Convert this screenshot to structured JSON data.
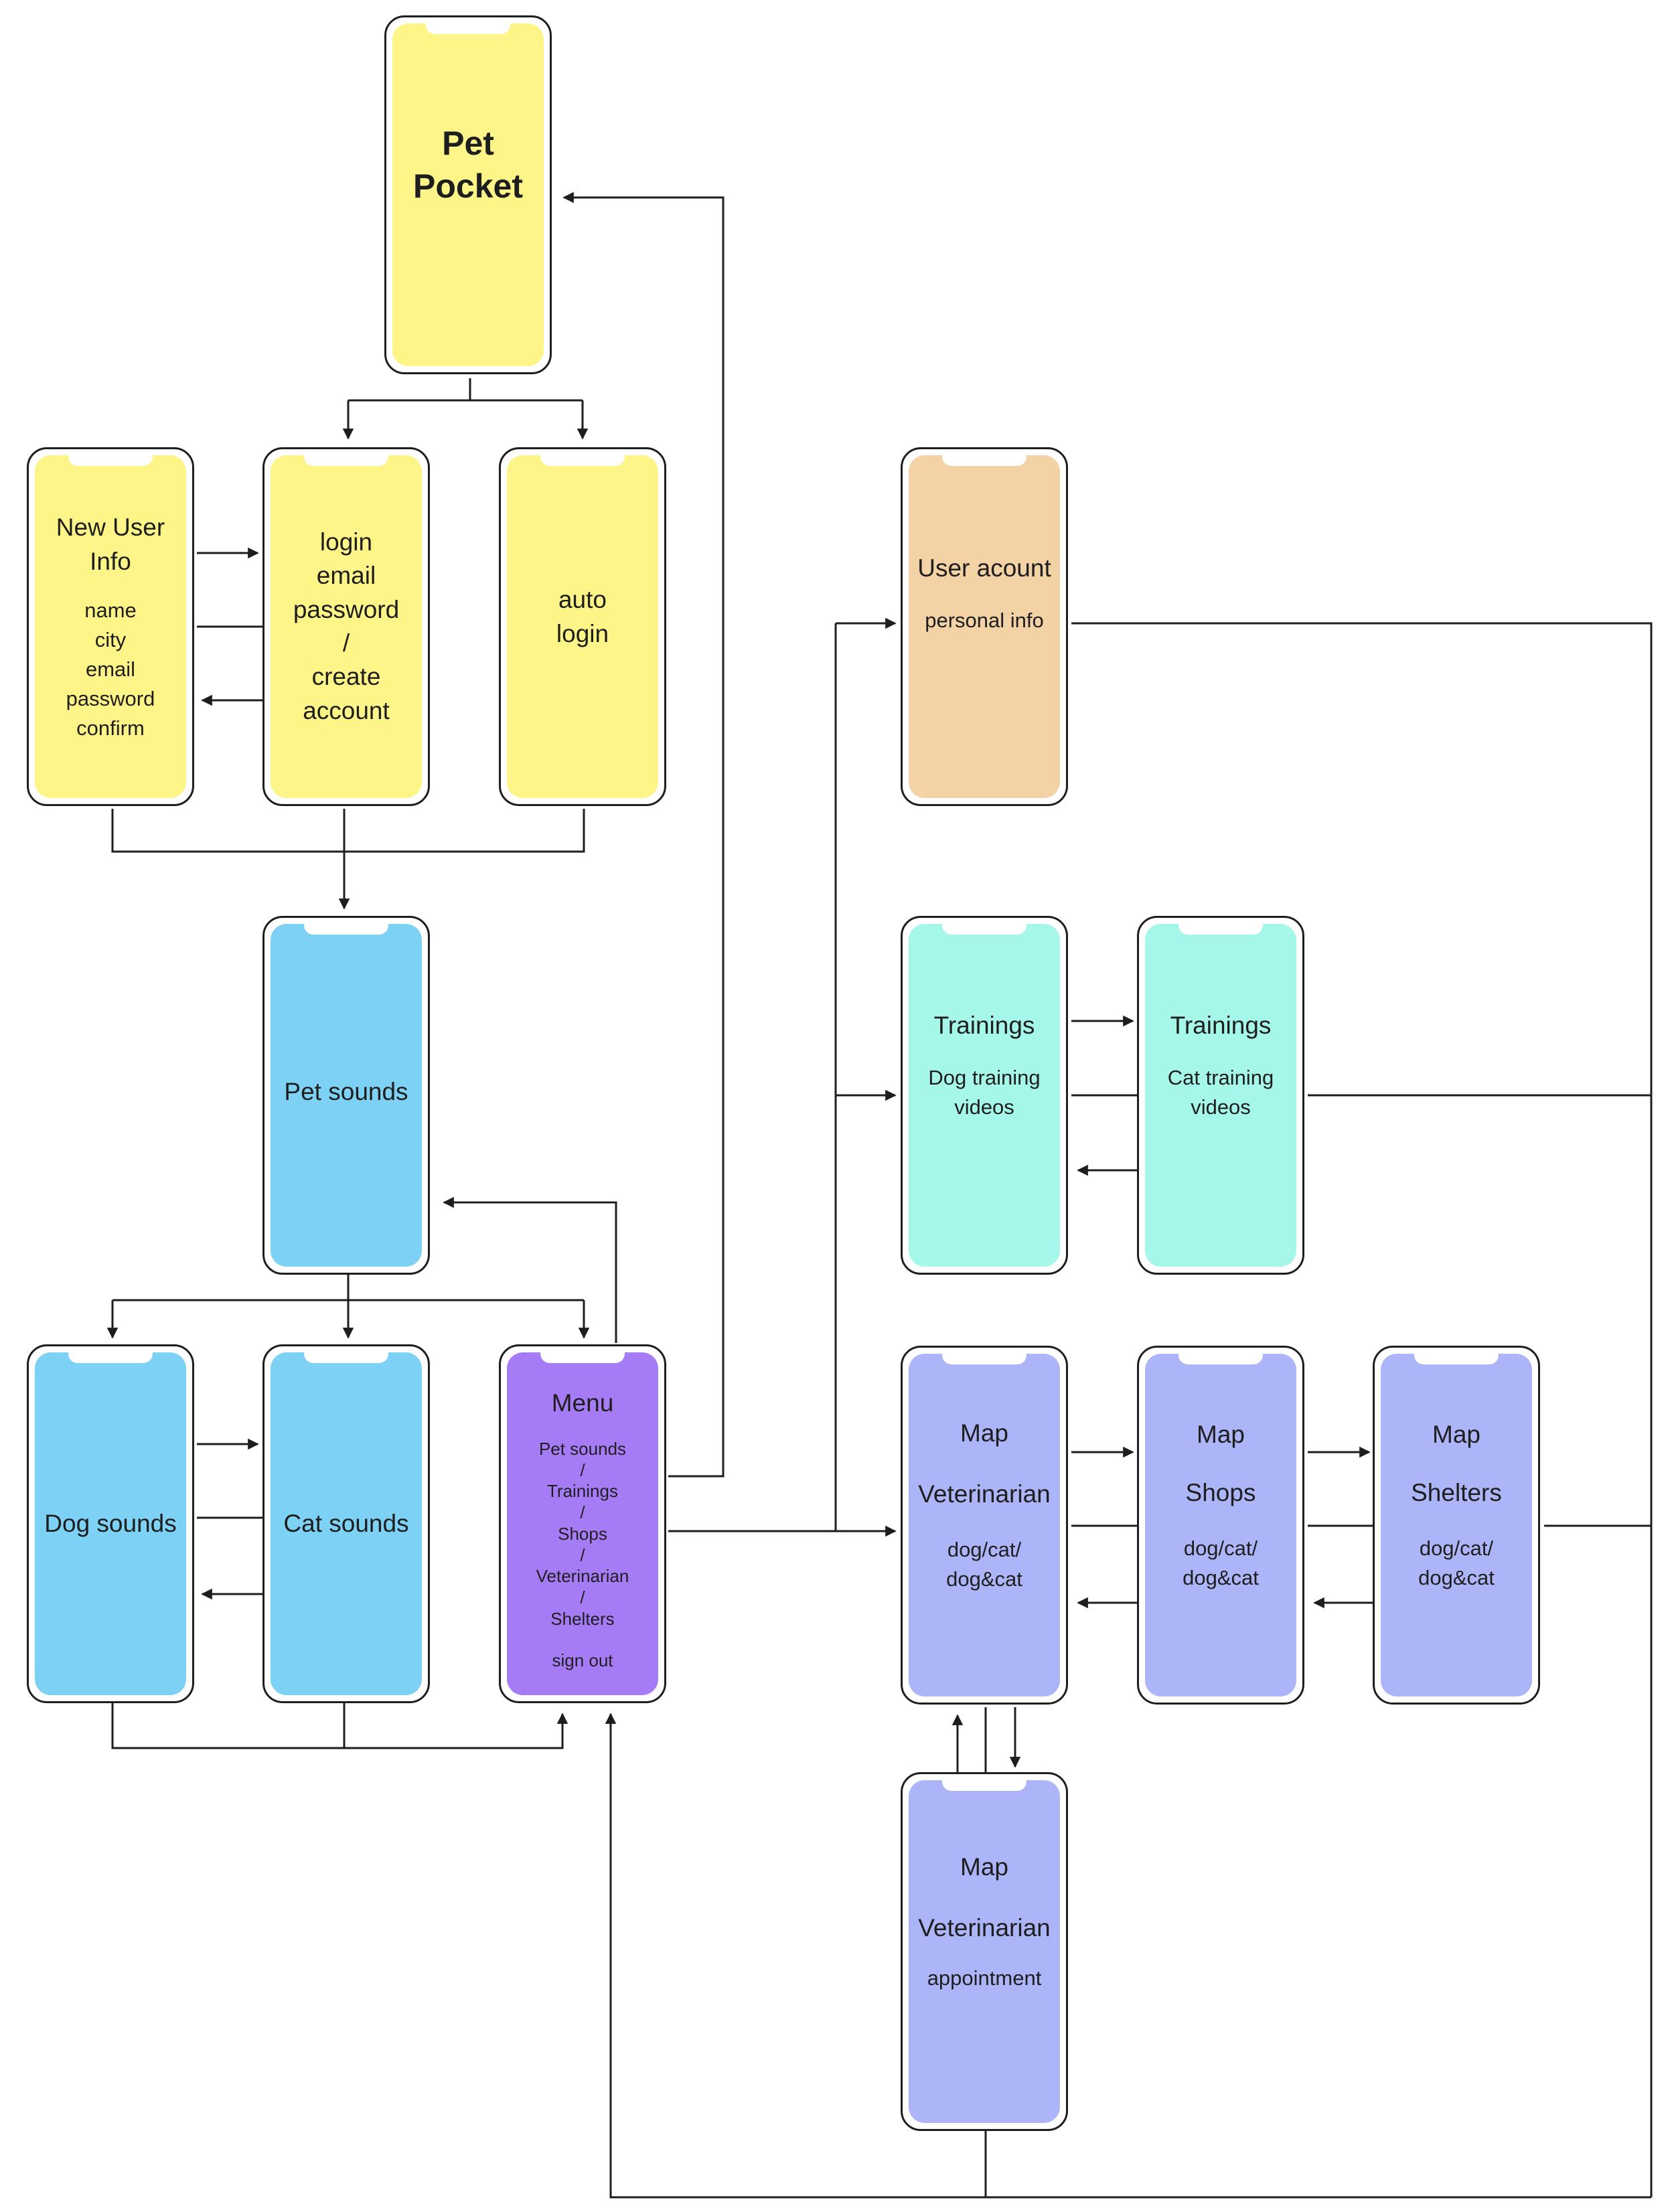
{
  "colors": {
    "splash": "#fdf587",
    "login": "#fdf587",
    "sounds": "#7dd1f5",
    "menu": "#a67cf6",
    "account": "#f3d2a6",
    "training": "#a5f7e9",
    "map": "#abb5f8",
    "line": "#1e1e1e"
  },
  "screens": {
    "splash": {
      "title": "Pet\nPocket"
    },
    "new_user": {
      "title": "New User\nInfo",
      "fields": "name\ncity\nemail\npassword\nconfirm"
    },
    "login": {
      "title": "login\nemail\npassword\n/\ncreate\naccount"
    },
    "auto_login": {
      "title": "auto\nlogin"
    },
    "pet_sounds": {
      "title": "Pet sounds"
    },
    "dog_sounds": {
      "title": "Dog sounds"
    },
    "cat_sounds": {
      "title": "Cat sounds"
    },
    "menu": {
      "title": "Menu",
      "items": "Pet sounds\n/\nTrainings\n/\nShops\n/\nVeterinarian\n/\nShelters",
      "sign_out": "sign out"
    },
    "user_account": {
      "title": "User acount",
      "subtitle": "personal info"
    },
    "trainings_dog": {
      "title": "Trainings",
      "subtitle": "Dog training\nvideos"
    },
    "trainings_cat": {
      "title": "Trainings",
      "subtitle": "Cat training\nvideos"
    },
    "map_vet": {
      "title": "Map",
      "subtitle": "Veterinarian",
      "detail": "dog/cat/\ndog&cat"
    },
    "map_shops": {
      "title": "Map",
      "subtitle": "Shops",
      "detail": "dog/cat/\ndog&cat"
    },
    "map_shelters": {
      "title": "Map",
      "subtitle": "Shelters",
      "detail": "dog/cat/\ndog&cat"
    },
    "map_vet_appointment": {
      "title": "Map",
      "subtitle": "Veterinarian",
      "detail": "appointment"
    }
  }
}
